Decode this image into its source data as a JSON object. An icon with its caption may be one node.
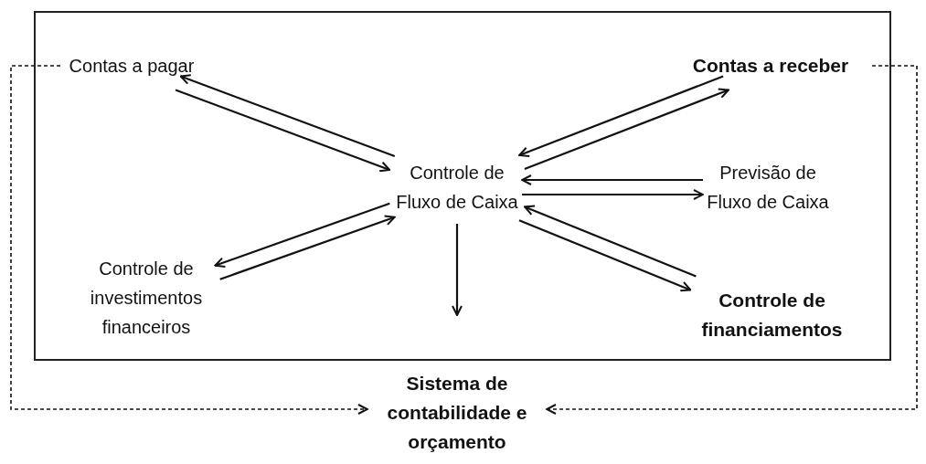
{
  "diagram": {
    "nodes": [
      {
        "text": [],
        "shape": "box"
      },
      {
        "text": [
          "Contas a pagar"
        ],
        "in": 0
      },
      {
        "text": [
          "Contas a receber"
        ],
        "in": 0
      },
      {
        "text": [
          "Controle de Fluxo de Caixa"
        ],
        "in": 0
      },
      {
        "text": [
          "Previsão de Fluxo de Caixa"
        ],
        "in": 0
      },
      {
        "text": [
          "Controle de investimentos financeiros"
        ],
        "in": 0
      },
      {
        "text": [
          "Controle de financiamentos"
        ],
        "in": 0
      },
      {
        "text": [
          "Sistema de contabilidade e orçamento"
        ]
      }
    ],
    "edges": [
      {
        "from": 3,
        "to": 1,
        "arrow": "to"
      },
      {
        "from": 1,
        "to": 3,
        "arrow": "to"
      },
      {
        "from": 3,
        "to": 2,
        "arrow": "to"
      },
      {
        "from": 2,
        "to": 3,
        "arrow": "to"
      },
      {
        "from": 3,
        "to": 4,
        "arrow": "to"
      },
      {
        "from": 4,
        "to": 3,
        "arrow": "to"
      },
      {
        "from": 5,
        "to": 3,
        "arrow": "to"
      },
      {
        "from": 3,
        "to": 5,
        "arrow": "to"
      },
      {
        "from": 6,
        "to": 3,
        "arrow": "to"
      },
      {
        "from": 3,
        "to": 6,
        "arrow": "to"
      },
      {
        "from": 3,
        "to": null,
        "arrow": "to"
      },
      {
        "from": 1,
        "to": 7,
        "arrow": "to",
        "style": "dashed"
      },
      {
        "from": 2,
        "to": 7,
        "arrow": "to",
        "style": "dashed"
      }
    ]
  }
}
